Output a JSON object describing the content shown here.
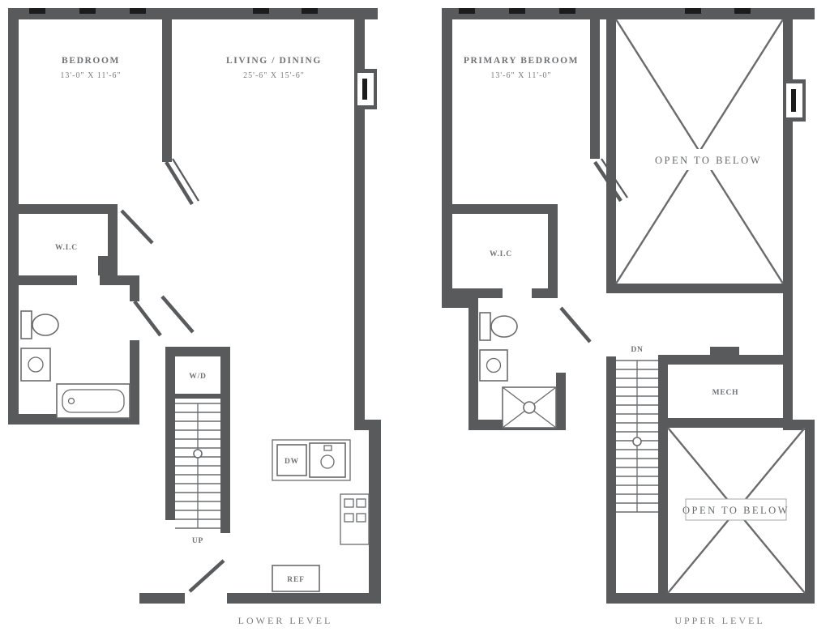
{
  "colors": {
    "wall": "#595a5c",
    "fixture_stroke": "#6a6b6d",
    "text": "#717274",
    "window_glass": "#1c1c1c",
    "background": "#ffffff"
  },
  "lower_level": {
    "caption": "LOWER LEVEL",
    "rooms": {
      "bedroom": {
        "label": "BEDROOM",
        "dims": "13'-0\" X 11'-6\""
      },
      "living_dining": {
        "label": "LIVING / DINING",
        "dims": "25'-6\" X 15'-6\""
      },
      "wic": {
        "label": "W.I.C"
      },
      "laundry": {
        "label": "W/D"
      },
      "stairs": {
        "label": "UP"
      },
      "kitchen": {
        "dishwasher": "DW",
        "refrigerator": "REF"
      }
    }
  },
  "upper_level": {
    "caption": "UPPER LEVEL",
    "rooms": {
      "primary_bedroom": {
        "label": "PRIMARY BEDROOM",
        "dims": "13'-6\" X 11'-0\""
      },
      "wic": {
        "label": "W.I.C"
      },
      "stairs": {
        "label": "DN"
      },
      "mech": {
        "label": "MECH"
      },
      "open_to_below_top": {
        "label": "OPEN TO BELOW"
      },
      "open_to_below_bottom": {
        "label": "OPEN TO BELOW"
      }
    }
  }
}
